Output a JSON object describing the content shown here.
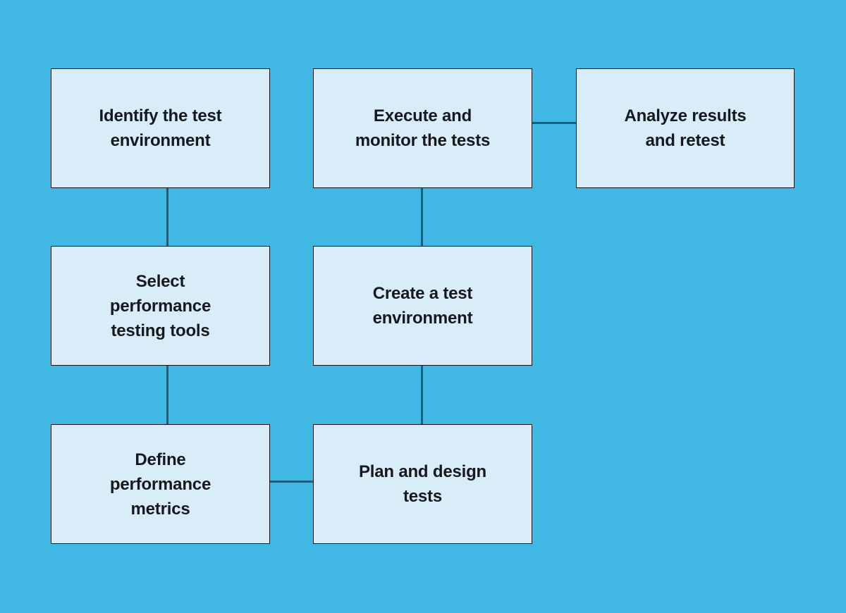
{
  "colors": {
    "background": "#41b7e4",
    "node_fill": "#d9edf8",
    "node_border": "#10141a",
    "connector": "#1b5e7e",
    "text": "#15181d"
  },
  "nodes": [
    {
      "id": "identify-test-environment",
      "label": [
        "Identify the test",
        "environment"
      ]
    },
    {
      "id": "execute-monitor-tests",
      "label": [
        "Execute and",
        "monitor the tests"
      ]
    },
    {
      "id": "analyze-results-retest",
      "label": [
        "Analyze results",
        "and retest"
      ]
    },
    {
      "id": "select-performance-testing-tools",
      "label": [
        "Select",
        "performance",
        "testing tools"
      ]
    },
    {
      "id": "create-test-environment",
      "label": [
        "Create a test",
        "environment"
      ]
    },
    {
      "id": "define-performance-metrics",
      "label": [
        "Define",
        "performance",
        "metrics"
      ]
    },
    {
      "id": "plan-design-tests",
      "label": [
        "Plan and design",
        "tests"
      ]
    }
  ],
  "edges": [
    {
      "from": "identify-test-environment",
      "to": "select-performance-testing-tools"
    },
    {
      "from": "select-performance-testing-tools",
      "to": "define-performance-metrics"
    },
    {
      "from": "define-performance-metrics",
      "to": "plan-design-tests"
    },
    {
      "from": "plan-design-tests",
      "to": "create-test-environment"
    },
    {
      "from": "create-test-environment",
      "to": "execute-monitor-tests"
    },
    {
      "from": "execute-monitor-tests",
      "to": "analyze-results-retest"
    }
  ]
}
